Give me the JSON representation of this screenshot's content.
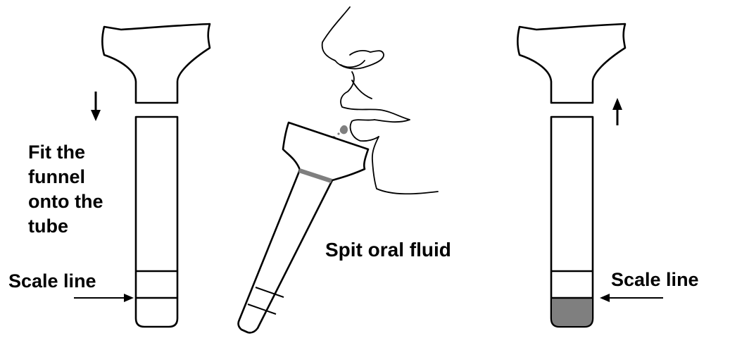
{
  "labels": {
    "fit_line1": "Fit the",
    "fit_line2": "funnel",
    "fit_line3": "onto the",
    "fit_line4": "tube",
    "scale_left": "Scale line",
    "spit": "Spit oral fluid",
    "scale_right": "Scale line"
  },
  "colors": {
    "stroke": "#000000",
    "fluid": "#7f7f7f",
    "background": "#ffffff"
  },
  "icons": {
    "down_arrow": "arrow-down",
    "up_arrow": "arrow-up",
    "pointer_arrow": "arrow-right / arrow-left"
  }
}
